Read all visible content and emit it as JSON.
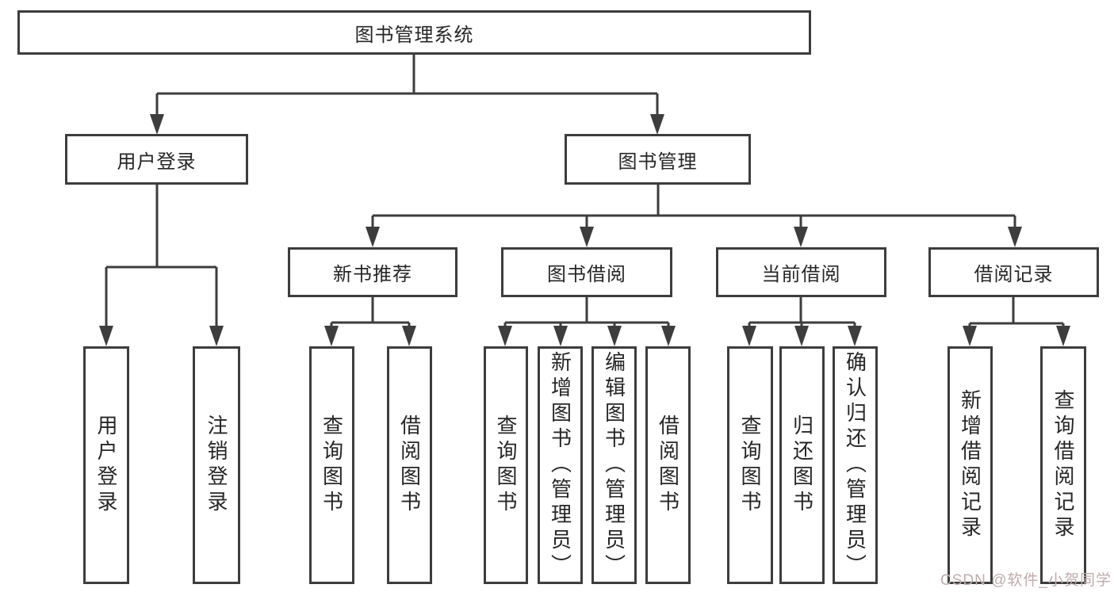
{
  "diagram_title": "图书管理系统",
  "tree": {
    "root": {
      "label": "图书管理系统"
    },
    "level2": [
      {
        "label": "用户登录"
      },
      {
        "label": "图书管理"
      }
    ],
    "level3": [
      {
        "label": "新书推荐"
      },
      {
        "label": "图书借阅"
      },
      {
        "label": "当前借阅"
      },
      {
        "label": "借阅记录"
      }
    ],
    "leaves": {
      "user_login": [
        "用户登录",
        "注销登录"
      ],
      "new_books": [
        "查询图书",
        "借阅图书"
      ],
      "book_borrow": [
        "查询图书",
        "新增图书（管理员）",
        "编辑图书（管理员）",
        "借阅图书"
      ],
      "current_borrow": [
        "查询图书",
        "归还图书",
        "确认归还（管理员）"
      ],
      "borrow_records": [
        "新增借阅记录",
        "查询借阅记录"
      ]
    }
  },
  "watermark": {
    "text": "CSDN @软件_小贺同学",
    "color": "#bfacac"
  },
  "colors": {
    "line": "#3d3d3d",
    "box_border": "#3d3d3d",
    "text": "#262626",
    "background": "#ffffff"
  }
}
